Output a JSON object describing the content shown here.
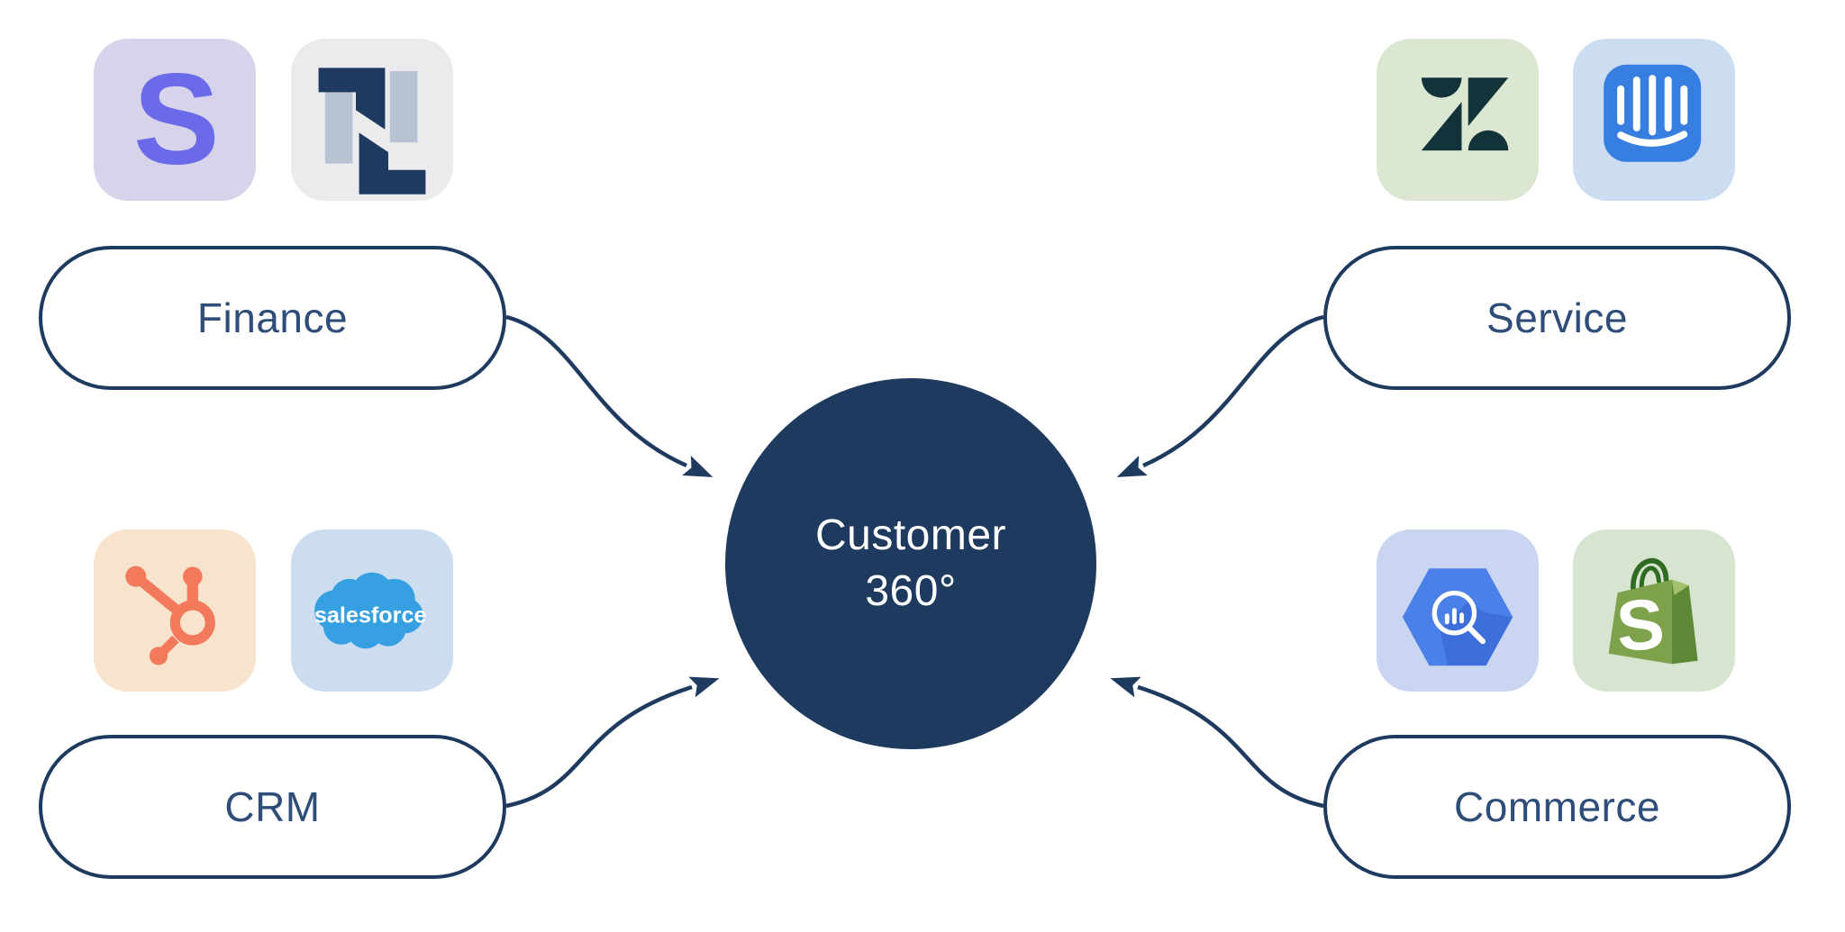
{
  "diagram": {
    "center": {
      "line1": "Customer",
      "line2": "360°",
      "bg_color": "#1e3a5f",
      "text_color": "#ffffff"
    },
    "arrow_color": "#1e3a5f",
    "pill_style": {
      "border_color": "#1e3a5f",
      "text_color": "#2e4d78",
      "bg_color": "#ffffff"
    },
    "groups": [
      {
        "label": "Finance",
        "position": "top-left",
        "apps": [
          {
            "name": "Stripe",
            "icon": "stripe-icon",
            "tile_color": "#d6d3ea",
            "glyph": "S",
            "glyph_color": "#6b6ae8"
          },
          {
            "name": "NetSuite",
            "icon": "netsuite-icon",
            "tile_color": "#ebebee",
            "dark_color": "#1f3a60",
            "light_color": "#b7c3d3"
          }
        ]
      },
      {
        "label": "Service",
        "position": "top-right",
        "apps": [
          {
            "name": "Zendesk",
            "icon": "zendesk-icon",
            "tile_color": "#dbe7d1",
            "glyph_color": "#13333b"
          },
          {
            "name": "Intercom",
            "icon": "intercom-icon",
            "tile_color": "#ccddf1",
            "glyph_color": "#377ee1"
          }
        ]
      },
      {
        "label": "CRM",
        "position": "bottom-left",
        "apps": [
          {
            "name": "HubSpot",
            "icon": "hubspot-icon",
            "tile_color": "#f8e3cc",
            "glyph_color": "#f2795b"
          },
          {
            "name": "Salesforce",
            "icon": "salesforce-icon",
            "tile_color": "#cdddf0",
            "glyph_color": "#37a0e2",
            "wordmark": "salesforce"
          }
        ]
      },
      {
        "label": "Commerce",
        "position": "bottom-right",
        "apps": [
          {
            "name": "Google BigQuery",
            "icon": "bigquery-icon",
            "tile_color": "#c9d5f1",
            "glyph_color": "#4c80e9"
          },
          {
            "name": "Shopify",
            "icon": "shopify-icon",
            "tile_color": "#d7e5d0",
            "glyph": "S",
            "glyph_color": "#7da24b"
          }
        ]
      }
    ]
  }
}
